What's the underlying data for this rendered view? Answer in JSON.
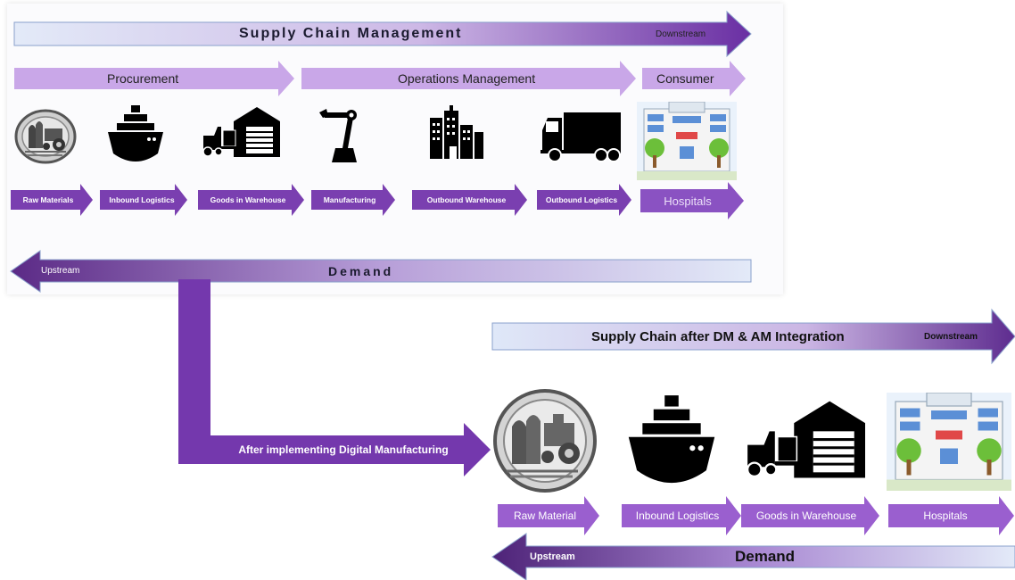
{
  "top": {
    "title": "Supply Chain Management",
    "downstream": "Downstream",
    "phases": [
      "Procurement",
      "Operations Management",
      "Consumer"
    ],
    "stages": [
      "Raw Materials",
      "Inbound Logistics",
      "Goods in Warehouse",
      "Manufacturing",
      "Outbound Warehouse",
      "Outbound Logistics",
      "Hospitals"
    ],
    "icons": [
      "agriculture-icon",
      "ship-icon",
      "warehouse-forklift-icon",
      "robot-arm-icon",
      "city-buildings-icon",
      "truck-icon",
      "hospital-icon"
    ],
    "demand": "Demand",
    "upstream": "Upstream"
  },
  "connector": {
    "label": "After implementing Digital Manufacturing"
  },
  "bottom": {
    "title": "Supply Chain after DM & AM Integration",
    "downstream": "Downstream",
    "stages": [
      "Raw Material",
      "Inbound Logistics",
      "Goods in Warehouse",
      "Hospitals"
    ],
    "icons": [
      "agriculture-icon",
      "ship-icon",
      "warehouse-forklift-icon",
      "hospital-icon"
    ],
    "demand": "Demand",
    "upstream": "Upstream"
  },
  "colors": {
    "purple": "#7a3fb0",
    "dark_purple": "#5b2a86",
    "light_purple": "#c8a6e6",
    "light_blue": "#dde6f7"
  }
}
